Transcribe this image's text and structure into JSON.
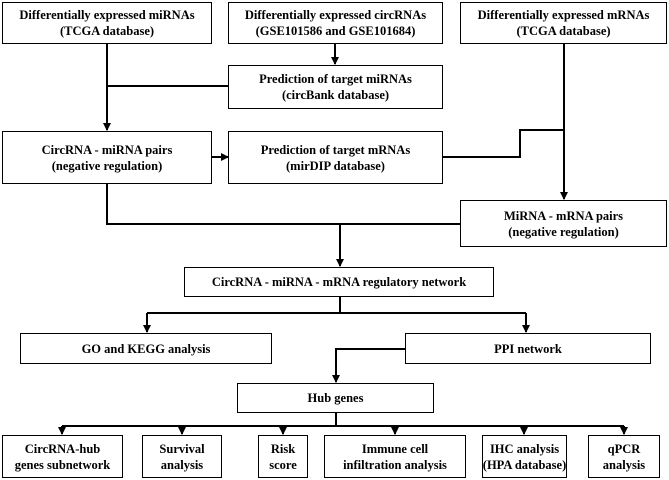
{
  "nodes": {
    "de_mirna": {
      "line1": "Differentially expressed miRNAs",
      "line2": "(TCGA database)"
    },
    "de_circrna": {
      "line1": "Differentially expressed circRNAs",
      "line2": "(GSE101586 and GSE101684)"
    },
    "de_mrna": {
      "line1": "Differentially expressed mRNAs",
      "line2": "(TCGA database)"
    },
    "pred_mirna": {
      "line1": "Prediction of target miRNAs",
      "line2": "(circBank database)"
    },
    "circ_mirna_pairs": {
      "line1": "CircRNA - miRNA pairs",
      "line2": "(negative regulation)"
    },
    "pred_mrna": {
      "line1": "Prediction of target mRNAs",
      "line2": "(mirDIP database)"
    },
    "mirna_mrna_pairs": {
      "line1": "MiRNA - mRNA pairs",
      "line2": "(negative regulation)"
    },
    "network": {
      "line1": "CircRNA - miRNA - mRNA regulatory network"
    },
    "go_kegg": {
      "line1": "GO and KEGG analysis"
    },
    "ppi": {
      "line1": "PPI network"
    },
    "hub_genes": {
      "line1": "Hub genes"
    },
    "subnetwork": {
      "line1": "CircRNA-hub",
      "line2": "genes subnetwork"
    },
    "survival": {
      "line1": "Survival",
      "line2": "analysis"
    },
    "risk": {
      "line1": "Risk",
      "line2": "score"
    },
    "immune": {
      "line1": "Immune cell",
      "line2": "infiltration  analysis"
    },
    "ihc": {
      "line1": "IHC analysis",
      "line2": "(HPA database)"
    },
    "qpcr": {
      "line1": "qPCR",
      "line2": "analysis"
    }
  }
}
